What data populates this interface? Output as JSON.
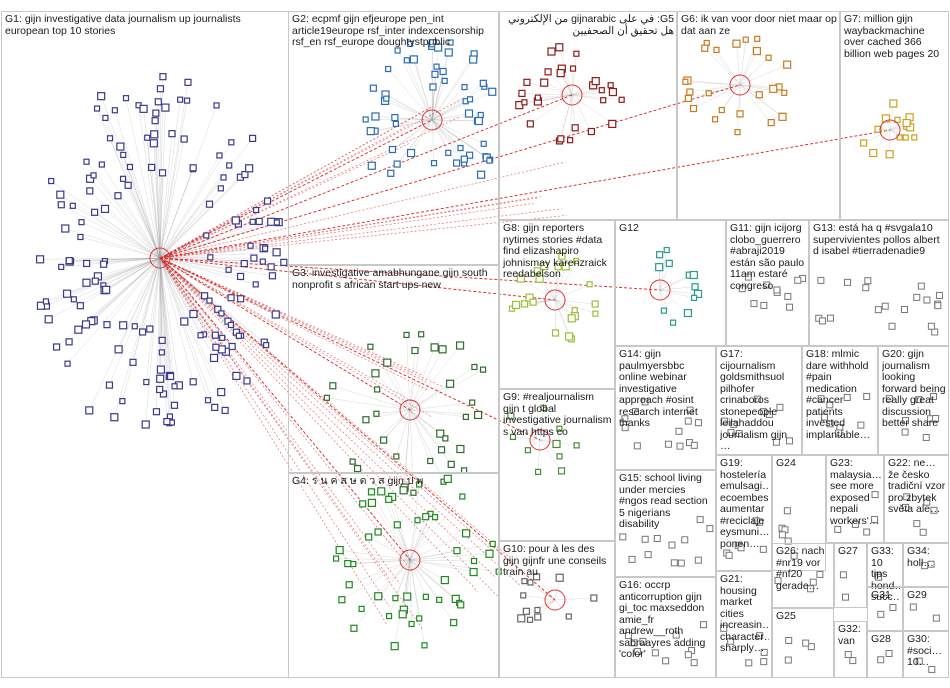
{
  "groups": [
    {
      "id": "G1",
      "label": "G1: gijn investigative data journalism up journalists european top 10 stories",
      "color": "#3a3a8c"
    },
    {
      "id": "G2",
      "label": "G2: ecpmf gijn efjeurope pen_int article19europe rsf_inter indexcensorship rsf_en rsf_europe doughtystpublic",
      "color": "#2b6cb0"
    },
    {
      "id": "G5",
      "label": "G5: في على gijnarabic من الإلكتروني هل تحقيق أن الصحفيين",
      "color": "#8b1a1a"
    },
    {
      "id": "G6",
      "label": "G6: ik van voor door niet maar op dat aan ze",
      "color": "#c87a1e"
    },
    {
      "id": "G7",
      "label": "G7: million gijn waybackmachine over cached 366 billion web pages 20",
      "color": "#c8a21e"
    },
    {
      "id": "G3",
      "label": "G3: investigative amabhungane gijn south nonprofit s african start ups new",
      "color": "#2f6b2f"
    },
    {
      "id": "G8",
      "label": "G8: gijn reporters nytimes stories #data find elizashapiro johnismay karenzraick reedabelson",
      "color": "#9bbf3a"
    },
    {
      "id": "G12",
      "label": "G12",
      "color": "#2a9a8a"
    },
    {
      "id": "G11",
      "label": "G11: gijn icijorg clobo_guerrero #abraji2019 están são paulo 11am estaré congreso",
      "color": "#666666"
    },
    {
      "id": "G13",
      "label": "G13: está ha q #svgala10 supervivientes pollos albert d isabel #tierradenadie9",
      "color": "#666666"
    },
    {
      "id": "G9",
      "label": "G9: #realjournalism gijn t global investigative journalism s van https co",
      "color": "#4a8a3a"
    },
    {
      "id": "G4",
      "label": "G4: ร น ค ส ษ ต ว ส gijn ป พ",
      "color": "#1e8a1e"
    },
    {
      "id": "G14",
      "label": "G14: gijn paulmyersbbc online webinar investigative approach #osint research internet thanks",
      "color": "#666666"
    },
    {
      "id": "G17",
      "label": "G17: cijournalism goldsmithsuol pilhofer crinaboros stonepeople leilahaddou journalism gijn …",
      "color": "#666666"
    },
    {
      "id": "G18",
      "label": "G18: mlmic dare withhold #pain medication #cancer patients invested implantable…",
      "color": "#666666"
    },
    {
      "id": "G20",
      "label": "G20: gijn journalism looking forward being really great discussion better share",
      "color": "#666666"
    },
    {
      "id": "G15",
      "label": "G15: school living under mercies #ngos read section 5 nigerians disability",
      "color": "#666666"
    },
    {
      "id": "G19",
      "label": "G19: hostelería emulsagi… ecoembes aumentar #reciclaje eysmuni… ponen…",
      "color": "#666666"
    },
    {
      "id": "G24",
      "label": "G24",
      "color": "#666666"
    },
    {
      "id": "G23",
      "label": "G23: malaysia… see more exposed nepali workers'…",
      "color": "#666666"
    },
    {
      "id": "G22",
      "label": "G22: ne… že česko tradiční vzor pro zbytek světa ale…",
      "color": "#666666"
    },
    {
      "id": "G10",
      "label": "G10: pour à les des gijn gijnfr une conseils train au",
      "color": "#666666"
    },
    {
      "id": "G26",
      "label": "G26: nach #nr19 vor #nf20 gerade…",
      "color": "#666666"
    },
    {
      "id": "G27",
      "label": "G27",
      "color": "#666666"
    },
    {
      "id": "G33",
      "label": "G33: 10 tips hond… succ…",
      "color": "#666666"
    },
    {
      "id": "G34",
      "label": "G34: holl…",
      "color": "#666666"
    },
    {
      "id": "G16",
      "label": "G16: occrp anticorruption gijn gi_toc maxseddon amie_fr andrew__roth sabraayres adding 'color'",
      "color": "#666666"
    },
    {
      "id": "G21",
      "label": "G21: housing market cities increasin… character… sharply…",
      "color": "#666666"
    },
    {
      "id": "G31",
      "label": "G31",
      "color": "#666666"
    },
    {
      "id": "G29",
      "label": "G29",
      "color": "#666666"
    },
    {
      "id": "G25",
      "label": "G25",
      "color": "#666666"
    },
    {
      "id": "G32",
      "label": "G32: van",
      "color": "#666666"
    },
    {
      "id": "G28",
      "label": "G28",
      "color": "#666666"
    },
    {
      "id": "G30",
      "label": "G30: #soci… 10…",
      "color": "#666666"
    }
  ]
}
